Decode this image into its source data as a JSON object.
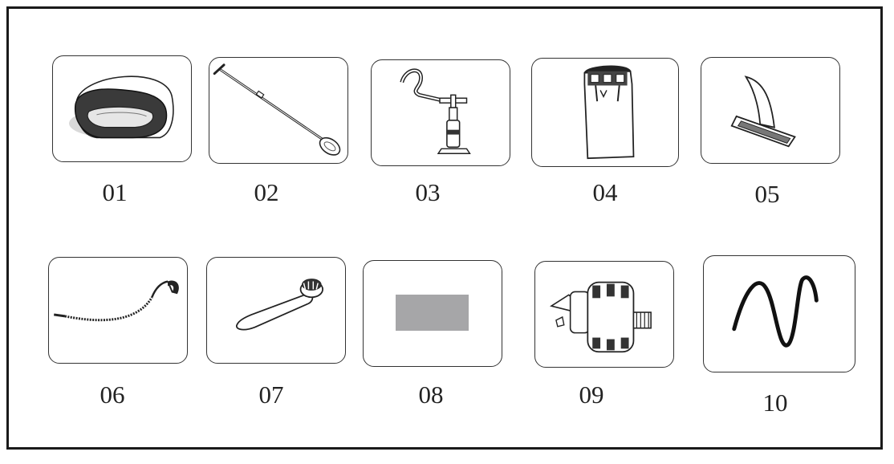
{
  "items": [
    {
      "number": "01",
      "icon": "sup-board-rolled-icon"
    },
    {
      "number": "02",
      "icon": "paddle-icon"
    },
    {
      "number": "03",
      "icon": "hand-pump-icon"
    },
    {
      "number": "04",
      "icon": "backpack-icon"
    },
    {
      "number": "05",
      "icon": "fin-icon"
    },
    {
      "number": "06",
      "icon": "leash-icon"
    },
    {
      "number": "07",
      "icon": "valve-wrench-icon"
    },
    {
      "number": "08",
      "icon": "placeholder-image"
    },
    {
      "number": "09",
      "icon": "pump-adapter-icon"
    },
    {
      "number": "10",
      "icon": "coil-cord-icon"
    }
  ],
  "colors": {
    "frame": "#1a1a1a",
    "placeholder": "#a6a6a8",
    "board_dark": "#3a3a3a"
  }
}
